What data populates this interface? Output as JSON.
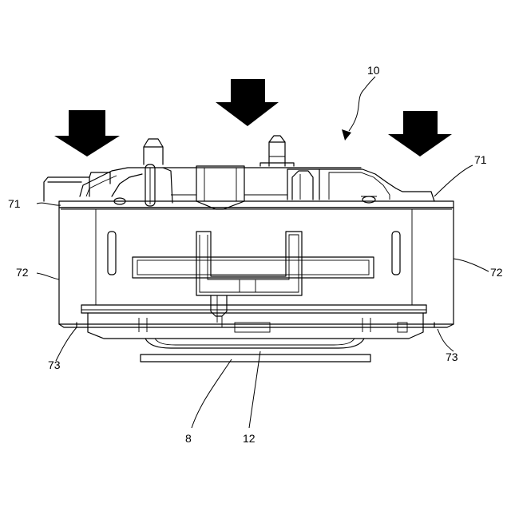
{
  "labels": {
    "l10": "10",
    "l71_left": "71",
    "l71_right": "71",
    "l72_left": "72",
    "l72_right": "72",
    "l73_left": "73",
    "l73_right": "73",
    "l8": "8",
    "l12": "12"
  }
}
